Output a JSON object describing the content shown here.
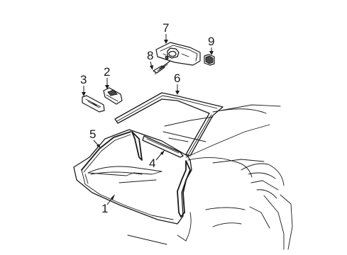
{
  "callouts": [
    {
      "id": "1",
      "label": "1",
      "part": "windshield"
    },
    {
      "id": "2",
      "label": "2",
      "part": "sun-visor-clip"
    },
    {
      "id": "3",
      "label": "3",
      "part": "id-plate"
    },
    {
      "id": "4",
      "label": "4",
      "part": "molding-side"
    },
    {
      "id": "5",
      "label": "5",
      "part": "reveal-molding"
    },
    {
      "id": "6",
      "label": "6",
      "part": "weatherstrip"
    },
    {
      "id": "7",
      "label": "7",
      "part": "rearview-mirror"
    },
    {
      "id": "8",
      "label": "8",
      "part": "mirror-bracket"
    },
    {
      "id": "9",
      "label": "9",
      "part": "mirror-mount-pad"
    }
  ]
}
